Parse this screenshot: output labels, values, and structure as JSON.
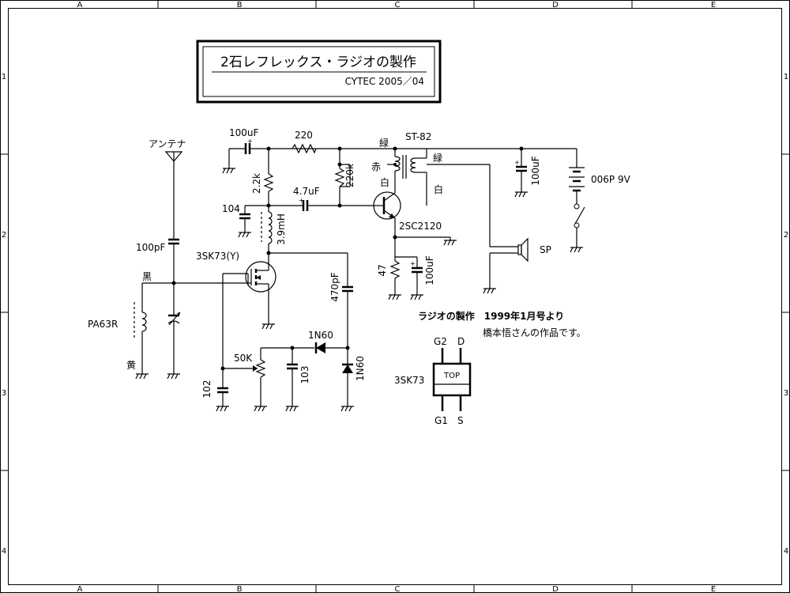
{
  "frame": {
    "col_labels": [
      "A",
      "B",
      "C",
      "D",
      "E"
    ],
    "row_labels": [
      "1",
      "2",
      "3",
      "4"
    ]
  },
  "title_block": {
    "title": "2石レフレックス・ラジオの製作",
    "subtitle": "CYTEC 2005／04"
  },
  "labels": {
    "antenna": "アンテナ",
    "c_100uF_top": "100uF",
    "r_220": "220",
    "green1": "緑",
    "st82": "ST-82",
    "red": "赤",
    "green2": "緑",
    "white1": "白",
    "white2": "白",
    "c_100uF_right": "100uF",
    "battery": "006P 9V",
    "r_2k2": "2.2k",
    "r_220k": "220k",
    "c_4u7": "4.7uF",
    "c_104": "104",
    "l_3m9": "3.9mH",
    "tr_2sc2120": "2SC2120",
    "c_100pF": "100pF",
    "fet_3sk73y": "3SK73(Y)",
    "black": "黒",
    "pa63r": "PA63R",
    "yellow": "黄",
    "c_470pF": "470pF",
    "r_47": "47",
    "c_100uF_emitter": "100uF",
    "speaker": "SP",
    "d_1n60_top": "1N60",
    "d_1n60_side": "1N60",
    "vr_50k": "50K",
    "c_103": "103",
    "c_102": "102"
  },
  "notes": {
    "source": "ラジオの製作　1999年1月号より",
    "author": "橋本悟さんの作品です。"
  },
  "pinout": {
    "part": "3SK73",
    "top_mark": "TOP",
    "g2": "G2",
    "d": "D",
    "g1": "G1",
    "s": "S"
  }
}
